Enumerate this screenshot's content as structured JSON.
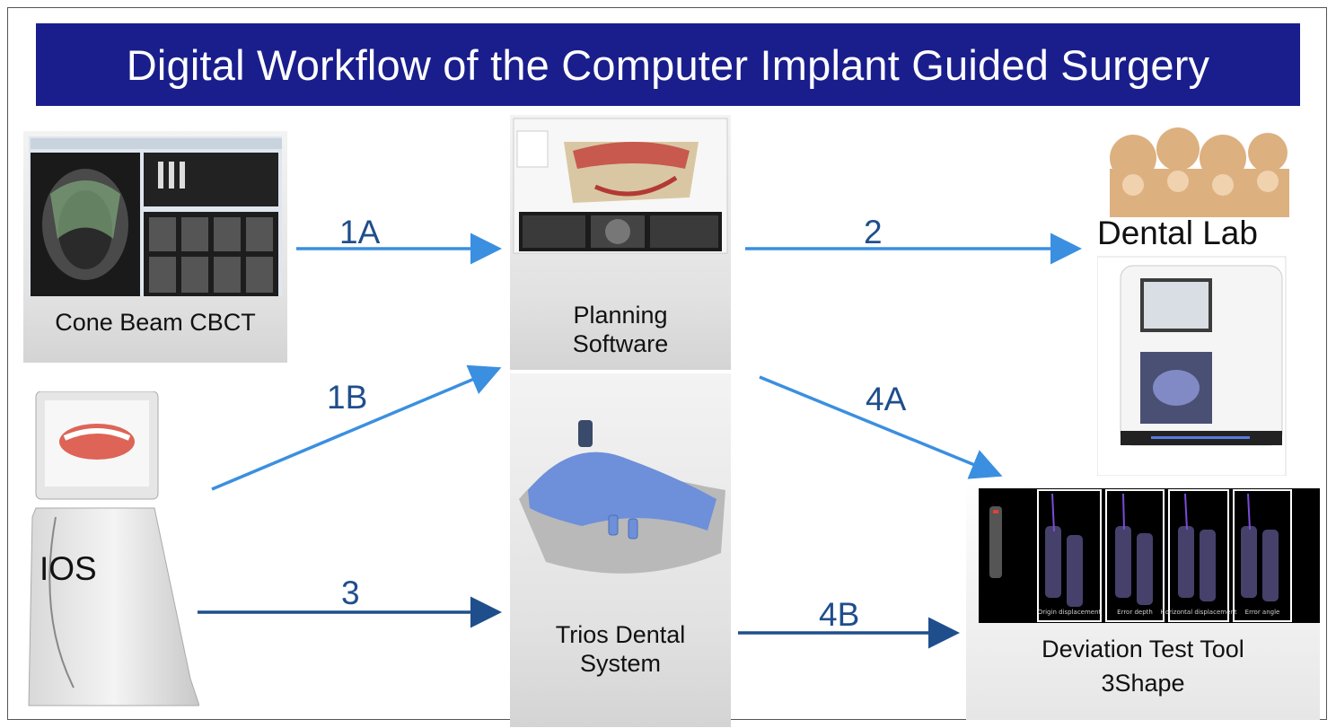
{
  "title": "Digital Workflow of the Computer Implant Guided Surgery",
  "nodes": {
    "cbct": "Cone Beam CBCT",
    "ios": "IOS",
    "planning_line1": "Planning",
    "planning_line2": "Software",
    "trios_line1": "Trios Dental",
    "trios_line2": "System",
    "lab": "Dental Lab",
    "deviation_line1": "Deviation Test Tool",
    "deviation_line2": "3Shape"
  },
  "deviation_captions": [
    "Origin displacement",
    "Error depth",
    "Horizontal displacement",
    "Error angle"
  ],
  "arrows": {
    "a1A": "1A",
    "a1B": "1B",
    "a2": "2",
    "a3": "3",
    "a4A": "4A",
    "a4B": "4B"
  },
  "colors": {
    "title_bg": "#1a1e8c",
    "arrow_light": "#3b8fe0",
    "arrow_dark": "#1f4e8c"
  }
}
